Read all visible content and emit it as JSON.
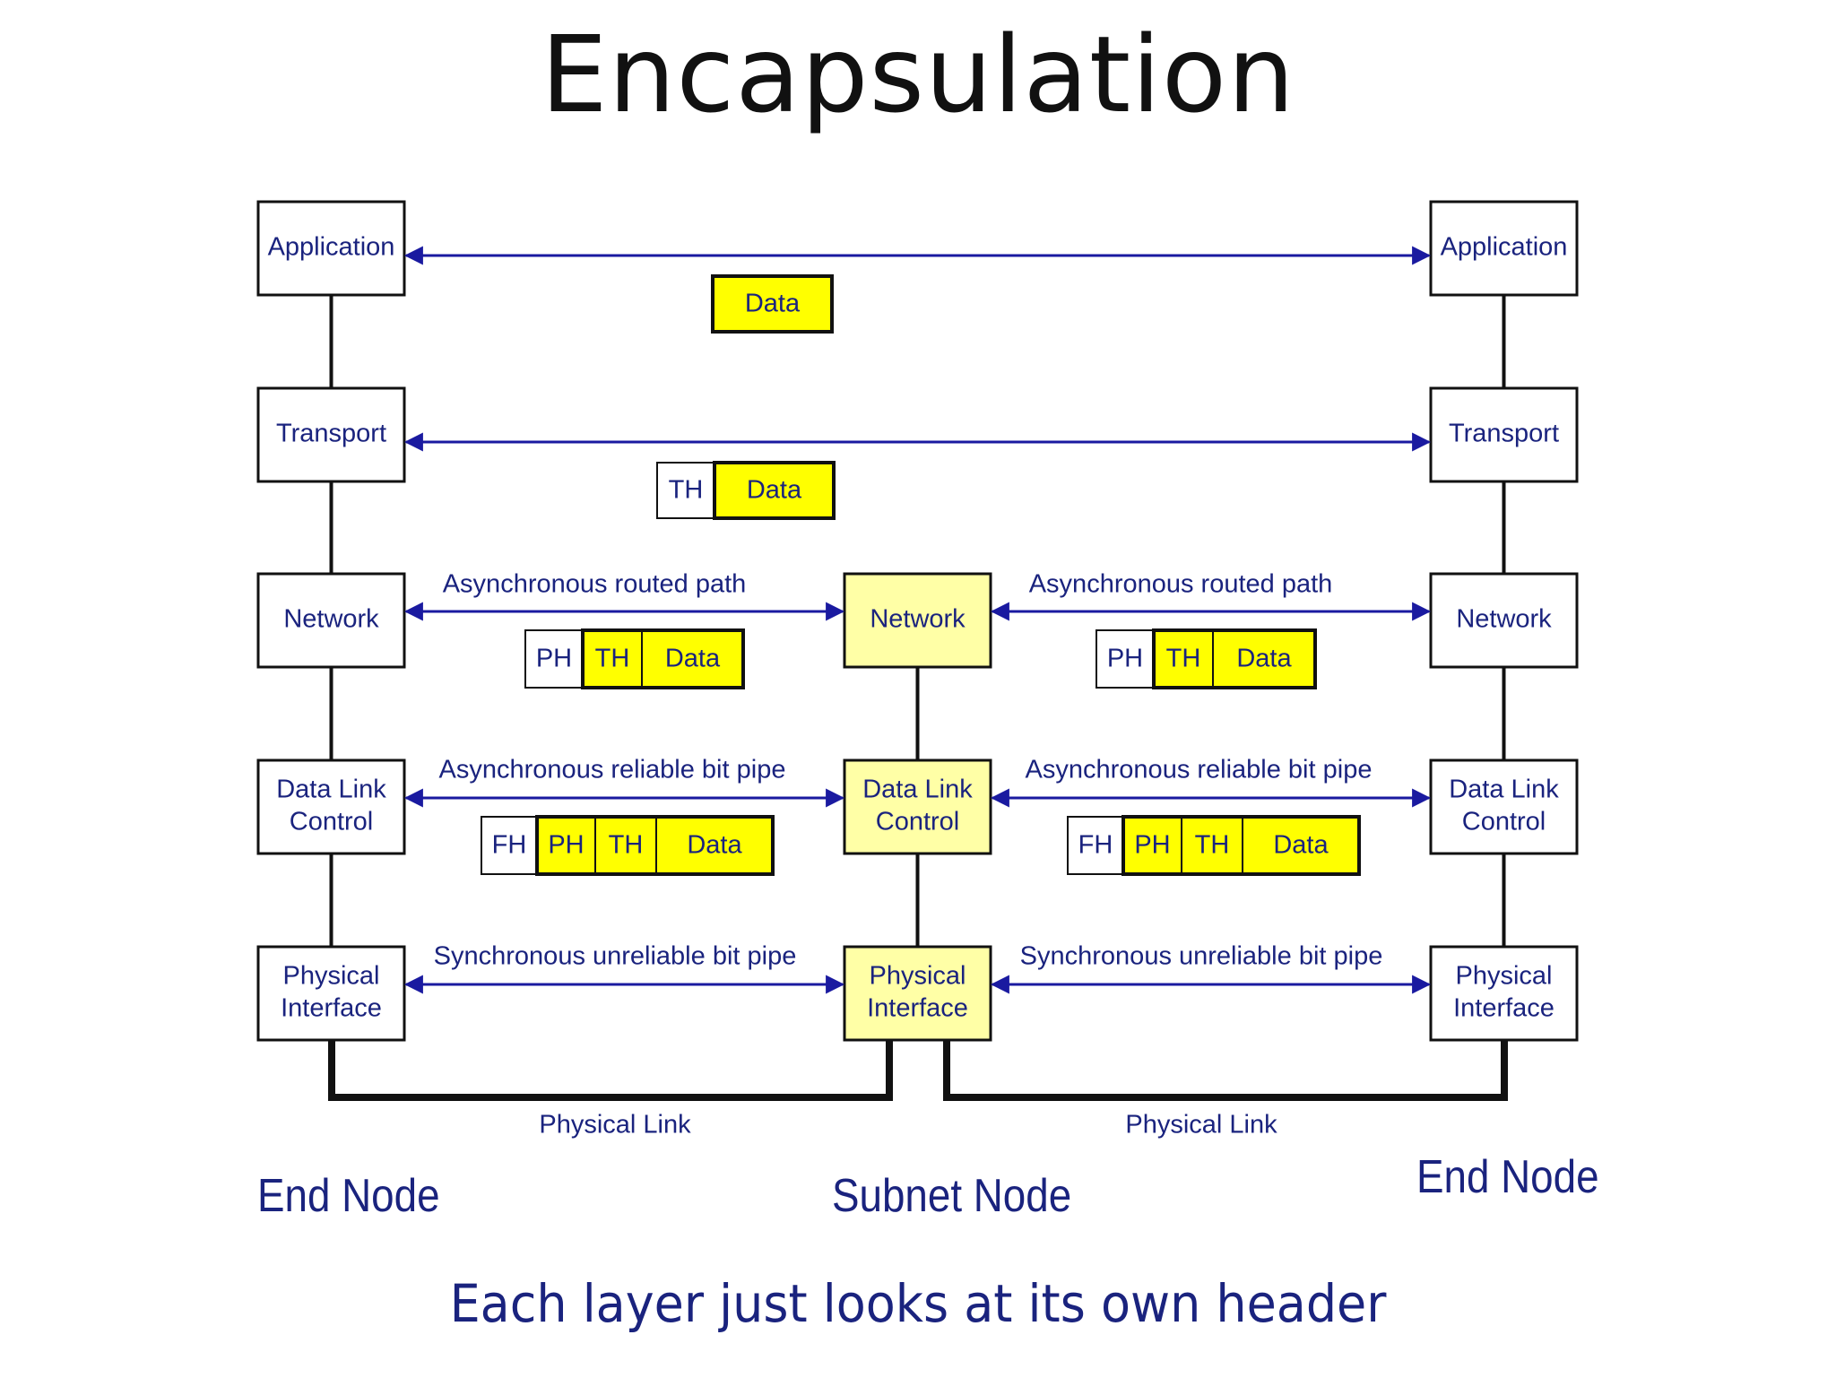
{
  "title": "Encapsulation",
  "caption": "Each layer just looks at its own header",
  "node_labels": {
    "left": "End Node",
    "middle": "Subnet Node",
    "right": "End Node"
  },
  "layers": {
    "application": "Application",
    "transport": "Transport",
    "network": "Network",
    "dlc": [
      "Data Link",
      "Control"
    ],
    "phy": [
      "Physical",
      "Interface"
    ]
  },
  "paths": {
    "network": "Asynchronous routed path",
    "dlc": "Asynchronous reliable bit pipe",
    "phy": "Synchronous unreliable bit pipe"
  },
  "link_label": "Physical Link",
  "packets": {
    "app": [
      {
        "label": "Data",
        "yellow": true
      }
    ],
    "transport": [
      {
        "label": "TH",
        "yellow": false
      },
      {
        "label": "Data",
        "yellow": true
      }
    ],
    "network": [
      {
        "label": "PH",
        "yellow": false
      },
      {
        "label": "TH",
        "yellow": true
      },
      {
        "label": "Data",
        "yellow": true
      }
    ],
    "dlc": [
      {
        "label": "FH",
        "yellow": false
      },
      {
        "label": "PH",
        "yellow": true
      },
      {
        "label": "TH",
        "yellow": true
      },
      {
        "label": "Data",
        "yellow": true
      }
    ]
  },
  "colors": {
    "arrow": "#1a1aa0",
    "header_yellow": "#ffff00",
    "subnet_box_fill": "#ffffa6",
    "text_blue": "#1a237e"
  }
}
